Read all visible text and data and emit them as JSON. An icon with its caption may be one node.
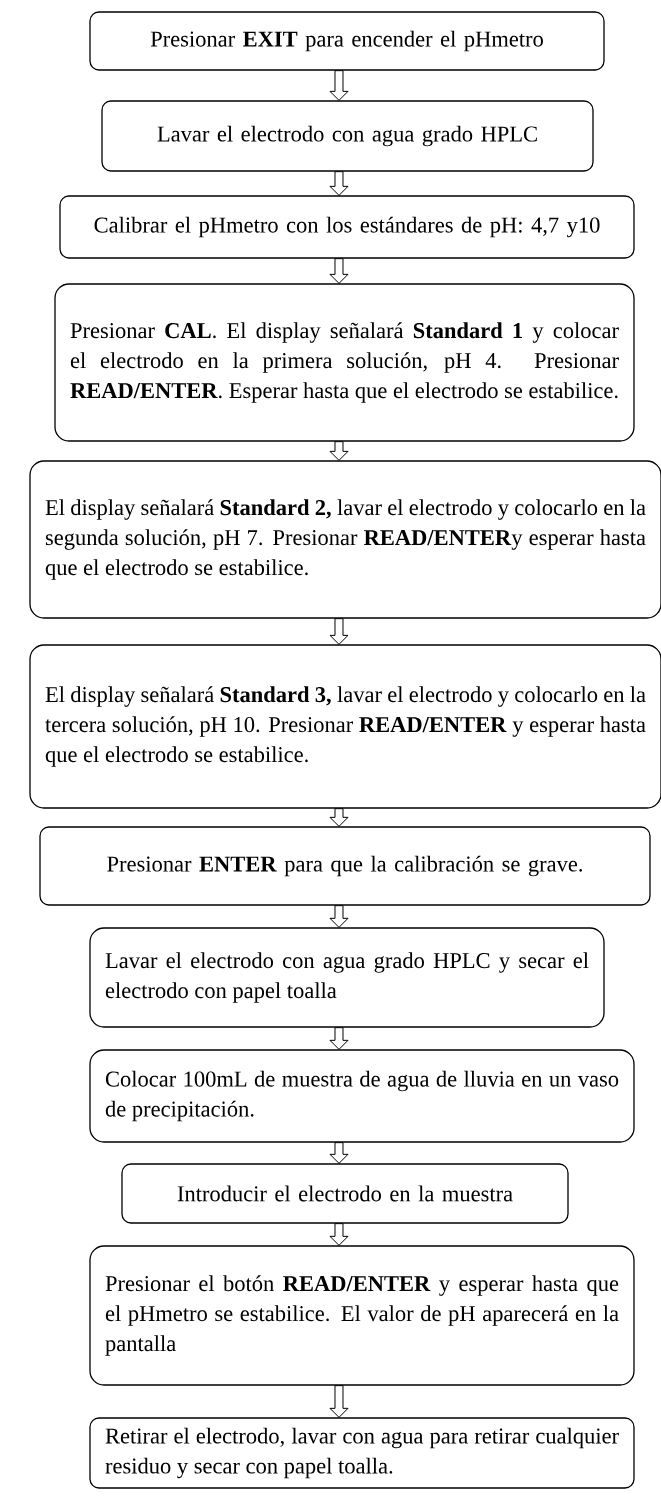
{
  "diagram": {
    "nodes": [
      {
        "text": [
          "Presionar **EXIT** para encender el pHmetro"
        ]
      },
      {
        "text": [
          "Lavar el electrodo con agua grado HPLC"
        ]
      },
      {
        "text": [
          "Calibrar el pHmetro con los estándares de pH: 4,7 y10"
        ]
      },
      {
        "text": [
          "Presionar **CAL**. El display señalará **Standard 1** y colocar el electrodo en la primera solución, pH 4. Presionar **READ/ENTER**. Esperar hasta que el electrodo se estabilice."
        ]
      },
      {
        "text": [
          "El display señalará **Standard 2,** lavar el electrodo y colocarlo en la segunda solución, pH 7. Presionar **READ/ENTER**y esperar hasta que el electrodo se estabilice."
        ]
      },
      {
        "text": [
          "El display señalará **Standard 3,** lavar el electrodo y colocarlo en la tercera solución, pH 10. Presionar **READ/ENTER** y esperar hasta que el electrodo se estabilice."
        ]
      },
      {
        "text": [
          "Presionar **ENTER** para que la calibración se grave."
        ]
      },
      {
        "text": [
          "Lavar el electrodo con agua grado HPLC y secar el electrodo con papel toalla"
        ]
      },
      {
        "text": [
          "Colocar 100mL de muestra de agua de lluvia en un vaso de precipitación."
        ]
      },
      {
        "text": [
          "Introducir el electrodo en la muestra"
        ]
      },
      {
        "text": [
          "Presionar el botón **READ/ENTER** y esperar hasta que el pHmetro se estabilice. El valor de pH aparecerá en la pantalla"
        ]
      },
      {
        "text": [
          "Retirar el electrodo, lavar con agua para retirar cualquier residuo y secar con papel toalla."
        ]
      }
    ],
    "edges": [
      {
        "from": 0,
        "to": 1,
        "arrow": "to"
      },
      {
        "from": 1,
        "to": 2,
        "arrow": "to"
      },
      {
        "from": 2,
        "to": 3,
        "arrow": "to"
      },
      {
        "from": 3,
        "to": 4,
        "arrow": "to"
      },
      {
        "from": 4,
        "to": 5,
        "arrow": "to"
      },
      {
        "from": 5,
        "to": 6,
        "arrow": "to"
      },
      {
        "from": 6,
        "to": 7,
        "arrow": "to"
      },
      {
        "from": 7,
        "to": 8,
        "arrow": "to"
      },
      {
        "from": 8,
        "to": 9,
        "arrow": "to"
      },
      {
        "from": 9,
        "to": 10,
        "arrow": "to"
      },
      {
        "from": 10,
        "to": 11,
        "arrow": "to"
      }
    ]
  }
}
